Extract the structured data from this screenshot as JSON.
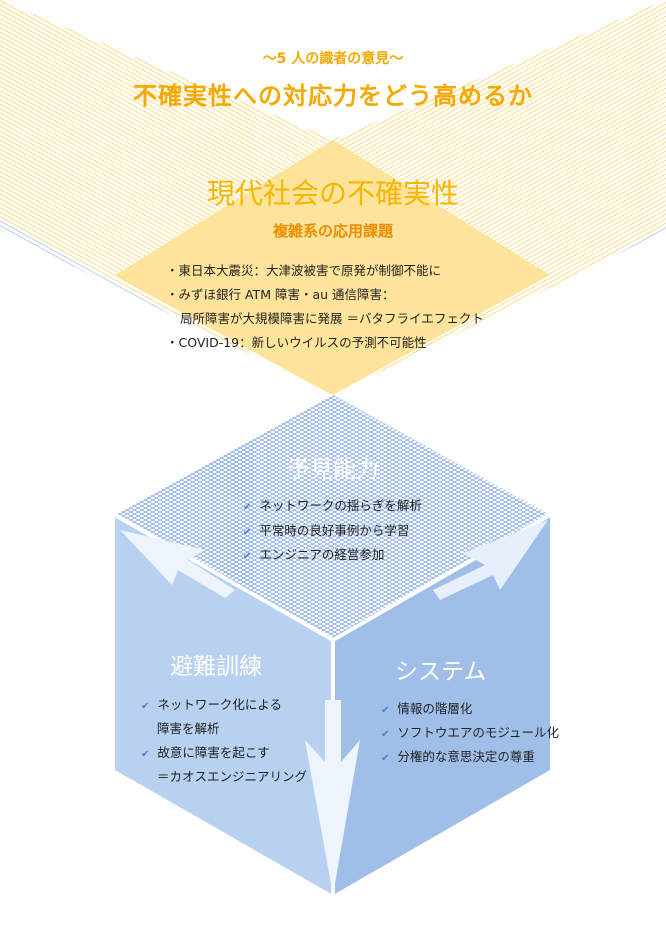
{
  "header": {
    "subtitle": "～5 人の識者の意見～",
    "title": "不確実性への対応力をどう高めるか"
  },
  "uncertainty": {
    "title": "現代社会の不確実性",
    "subtitle": "複雑系の応用課題",
    "bullets": [
      "・東日本大震災：大津波被害で原発が制御不能に",
      "・みずほ銀行 ATM 障害・au 通信障害：",
      "局所障害が大規模障害に発展 ＝バタフライエフェクト",
      "・COVID-19：新しいウイルスの予測不可能性"
    ]
  },
  "foresight": {
    "title": "予見能力",
    "items": [
      "ネットワークの揺らぎを解析",
      "平常時の良好事例から学習",
      "エンジニアの経営参加"
    ]
  },
  "drill": {
    "title": "避難訓練",
    "items": [
      "ネットワーク化による",
      "障害を解析",
      "故意に障害を起こす",
      "＝カオスエンジニアリング"
    ]
  },
  "system": {
    "title": "システム",
    "items": [
      "情報の階層化",
      "ソフトウエアのモジュール化",
      "分権的な意思決定の尊重"
    ]
  },
  "colors": {
    "orange": "#f5a800",
    "yellow": "#fde49a",
    "blue_left": "#b8d1f0",
    "blue_right": "#9fbfe9"
  }
}
